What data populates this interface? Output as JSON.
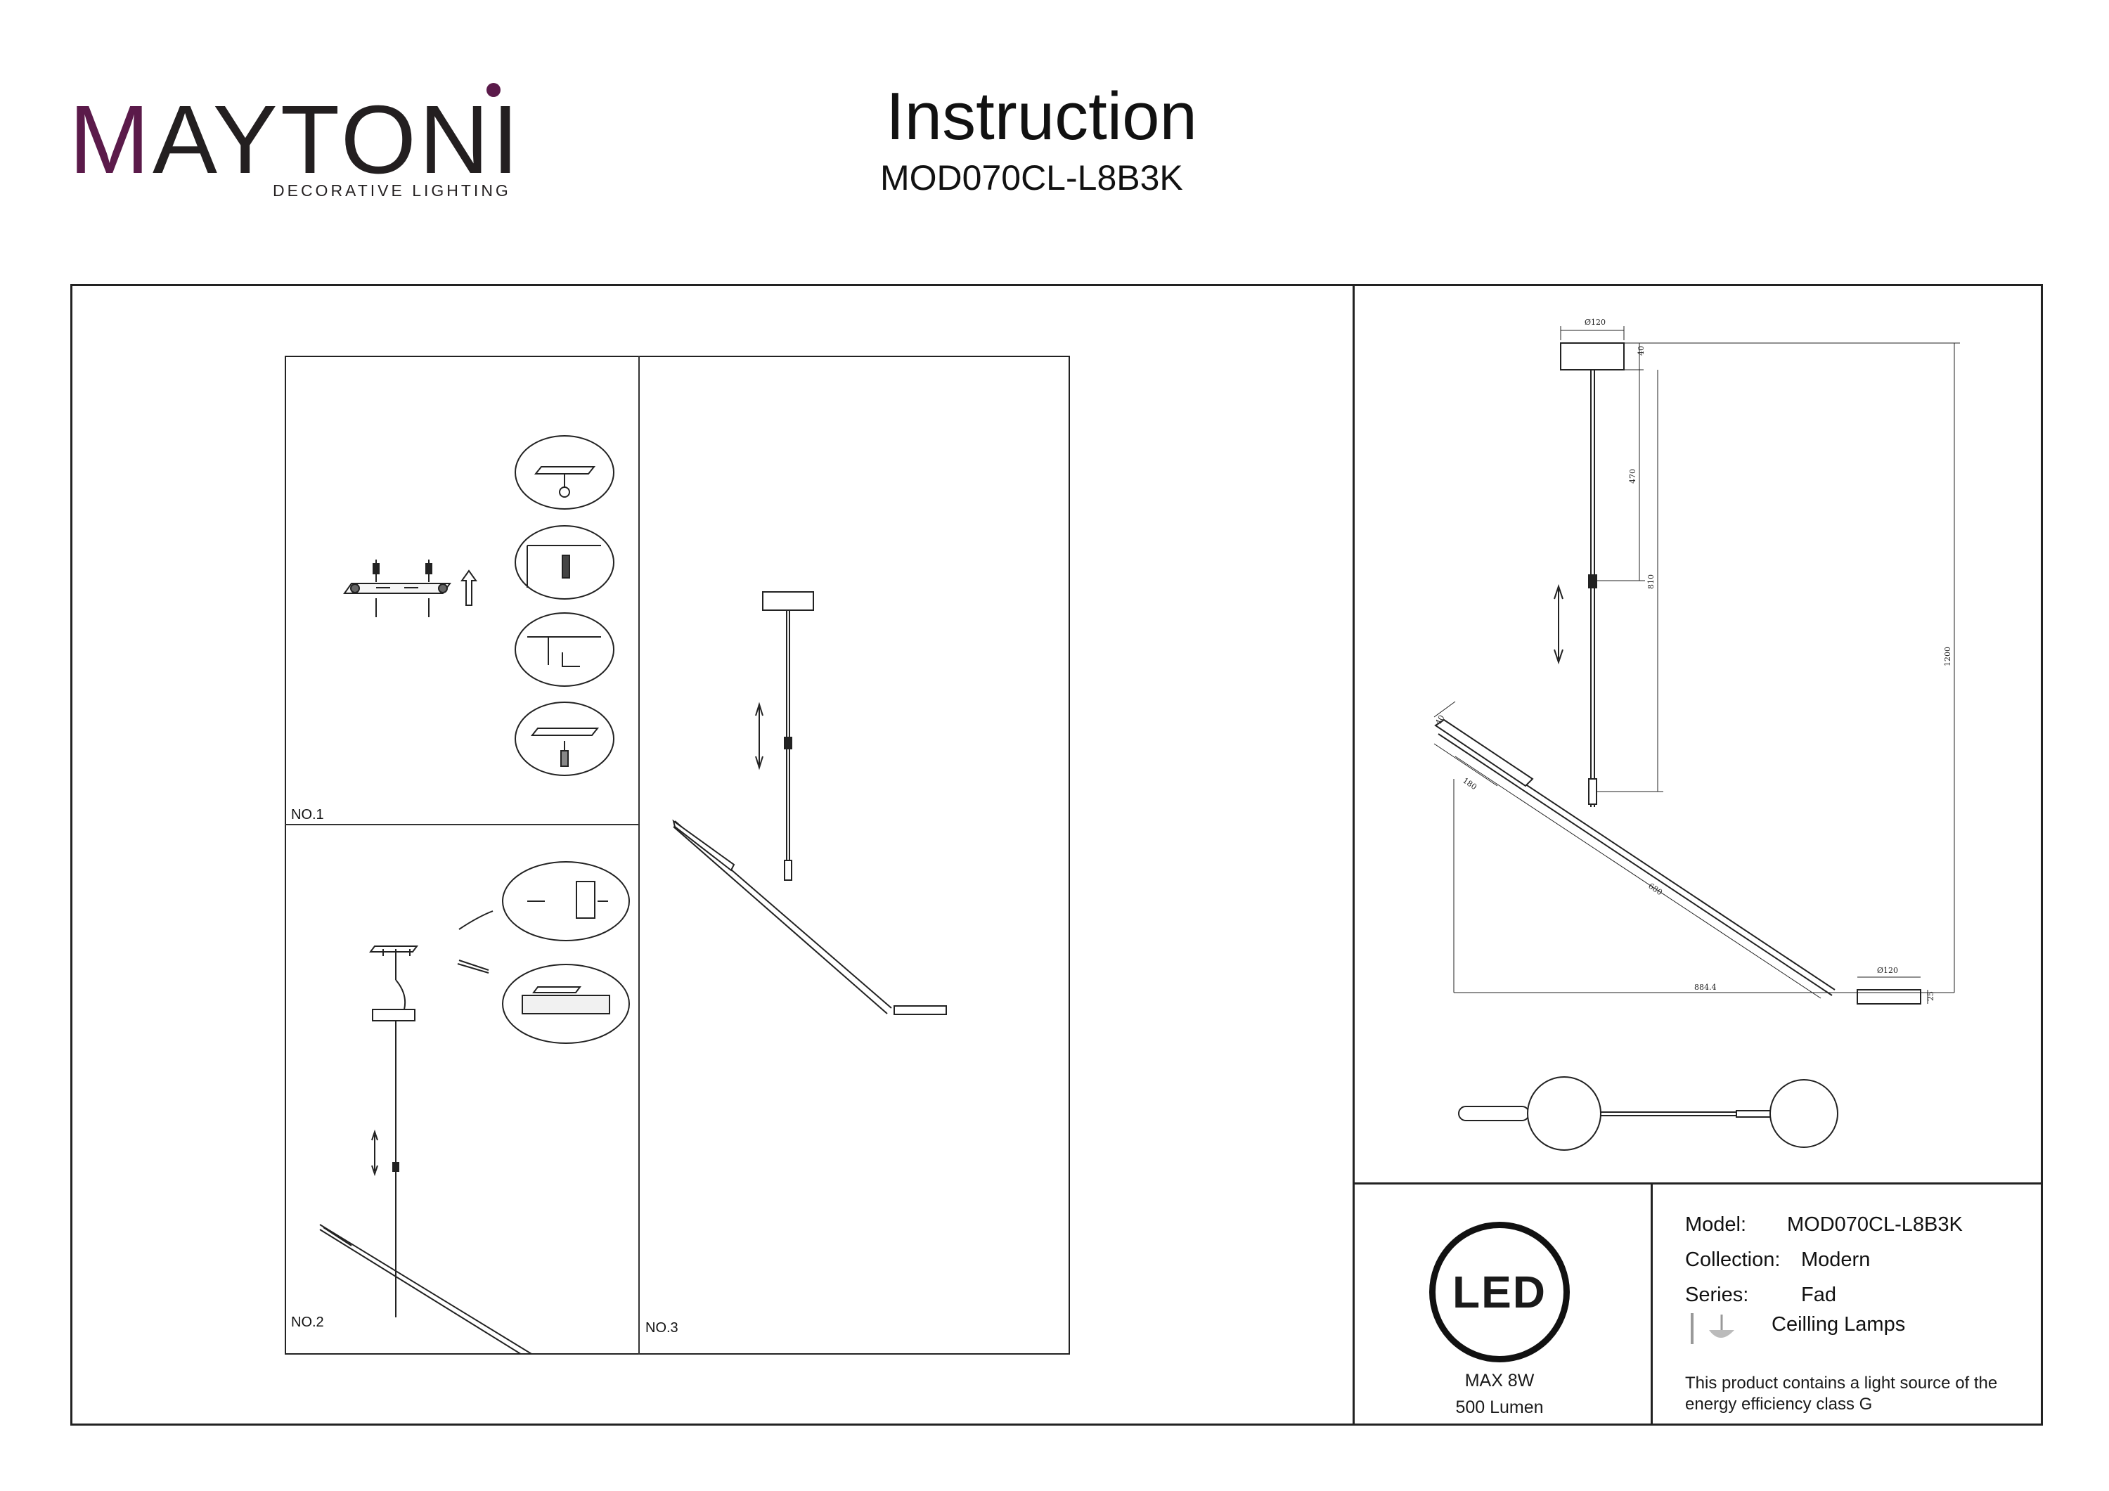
{
  "brand": {
    "logo_letters": [
      "M",
      "A",
      "Y",
      "T",
      "O",
      "N",
      "I"
    ],
    "tagline": "DECORATIVE LIGHTING",
    "accent_color": "#5b1a4a"
  },
  "header": {
    "title": "Instruction",
    "model": "MOD070CL-L8B3K"
  },
  "steps": {
    "step1": "NO.1",
    "step2": "NO.2",
    "step3": "NO.3"
  },
  "dimensions": {
    "canopy_diameter": "Ø120",
    "canopy_height": "40",
    "upper_rod": "470",
    "rod_to_joint": "810",
    "total_height": "1200",
    "arm_short_width": "40",
    "arm_short_length": "180",
    "arm_long": "680",
    "disc_diameter": "Ø120",
    "disc_height": "25",
    "total_width": "884.4"
  },
  "power": {
    "led_badge": "LED",
    "max_power": "MAX 8W",
    "lumen": "500 Lumen"
  },
  "specs": {
    "model_label": "Model:",
    "model_value": "MOD070CL-L8B3K",
    "collection_label": "Collection:",
    "collection_value": "Modern",
    "series_label": "Series:",
    "series_value": "Fad",
    "type_value": "Ceilling Lamps",
    "type_icon": "ceiling-lamp-icon",
    "energy_line1": "This product contains a light source of the",
    "energy_line2": "energy efficiency class G"
  }
}
